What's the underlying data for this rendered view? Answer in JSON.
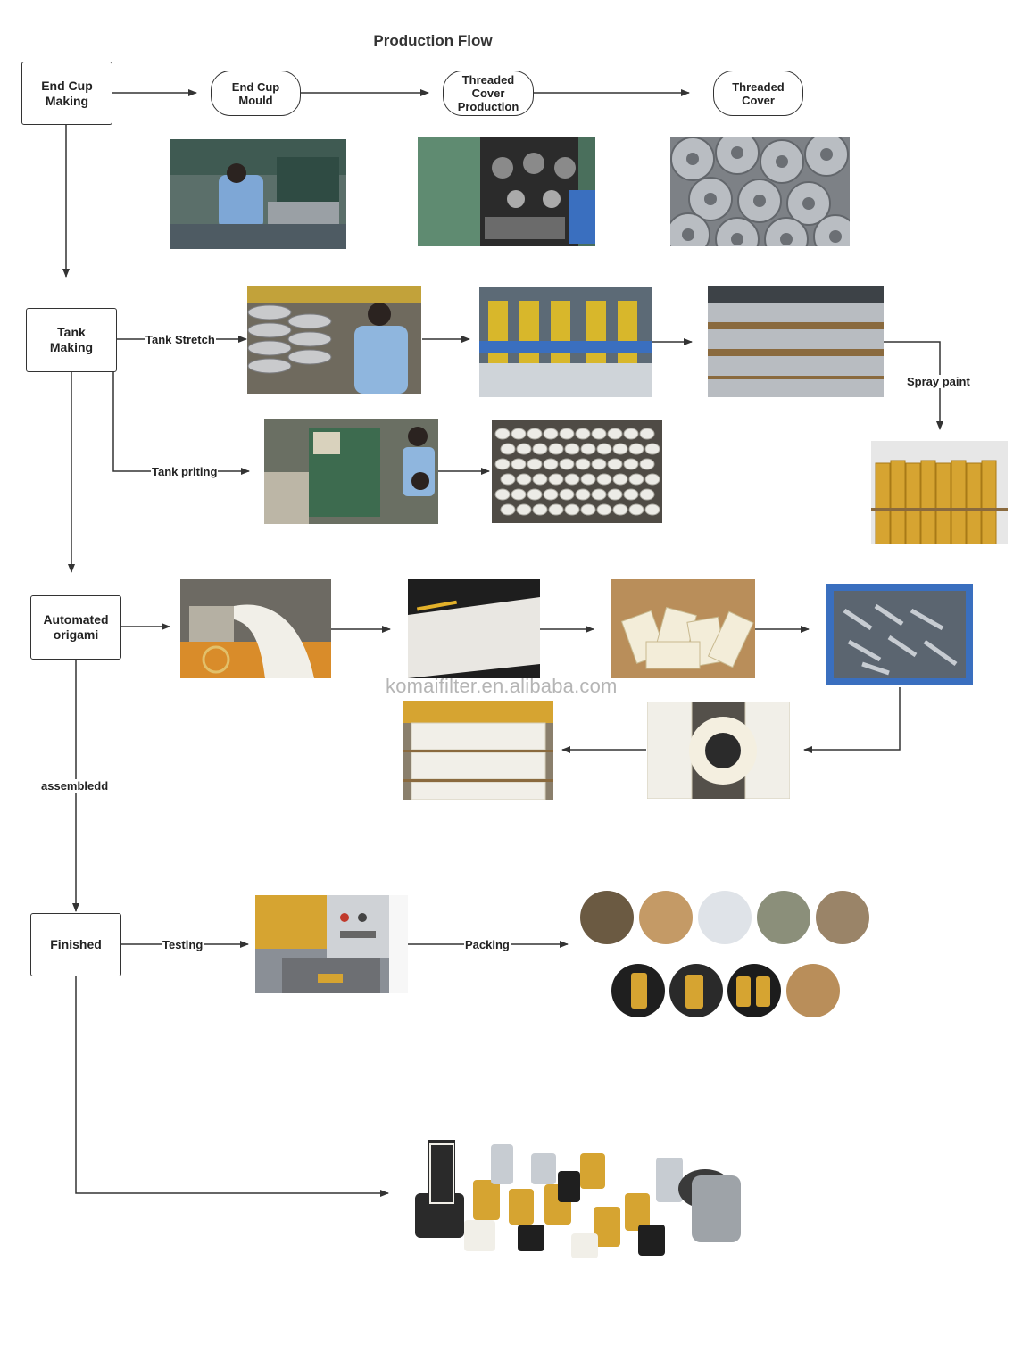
{
  "title": "Production Flow",
  "nodes": {
    "end_cup_making": "End Cup\nMaking",
    "end_cup_mould": "End Cup\nMould",
    "threaded_cover_production": "Threaded\nCover\nProduction",
    "threaded_cover": "Threaded\nCover",
    "tank_making": "Tank\nMaking",
    "automated_origami": "Automated\norigami",
    "finished": "Finished"
  },
  "edge_labels": {
    "tank_stretch": "Tank Stretch",
    "tank_priting": "Tank priting",
    "spray_paint": "Spray paint",
    "assembledd": "assembledd",
    "testing": "Testing",
    "packing": "Packing"
  },
  "watermark": "komaifilter.en.alibaba.com",
  "colors": {
    "line": "#333333",
    "node_border": "#333333",
    "photo_gray": "#8a8f96",
    "photo_green": "#4d7a5c",
    "photo_blue": "#3a6fbf",
    "filter_yellow": "#d6a431",
    "paper_white": "#f1efe8",
    "cardboard": "#b98e5a"
  }
}
